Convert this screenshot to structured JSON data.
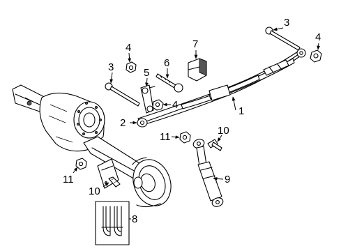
{
  "callouts": [
    {
      "id": "1",
      "label": "1"
    },
    {
      "id": "2",
      "label": "2"
    },
    {
      "id": "3a",
      "label": "3"
    },
    {
      "id": "3b",
      "label": "3"
    },
    {
      "id": "4a",
      "label": "4"
    },
    {
      "id": "4b",
      "label": "4"
    },
    {
      "id": "4c",
      "label": "4"
    },
    {
      "id": "5",
      "label": "5"
    },
    {
      "id": "6",
      "label": "6"
    },
    {
      "id": "7",
      "label": "7"
    },
    {
      "id": "8",
      "label": "8"
    },
    {
      "id": "9",
      "label": "9"
    },
    {
      "id": "10a",
      "label": "10"
    },
    {
      "id": "10b",
      "label": "10"
    },
    {
      "id": "11a",
      "label": "11"
    },
    {
      "id": "11b",
      "label": "11"
    }
  ]
}
